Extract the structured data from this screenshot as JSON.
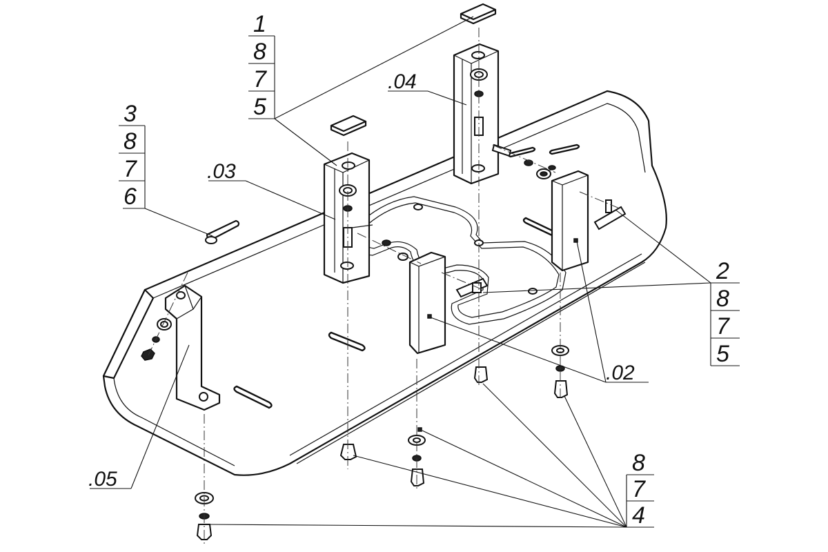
{
  "stacks": {
    "top": [
      "1",
      "8",
      "7",
      "5"
    ],
    "left": [
      "3",
      "8",
      "7",
      "6"
    ],
    "right": [
      "2",
      "8",
      "7",
      "5"
    ],
    "bottom": [
      "8",
      "7",
      "4"
    ]
  },
  "labels": {
    "p04": ".04",
    "p03": ".03",
    "p02": ".02",
    "p05": ".05"
  }
}
